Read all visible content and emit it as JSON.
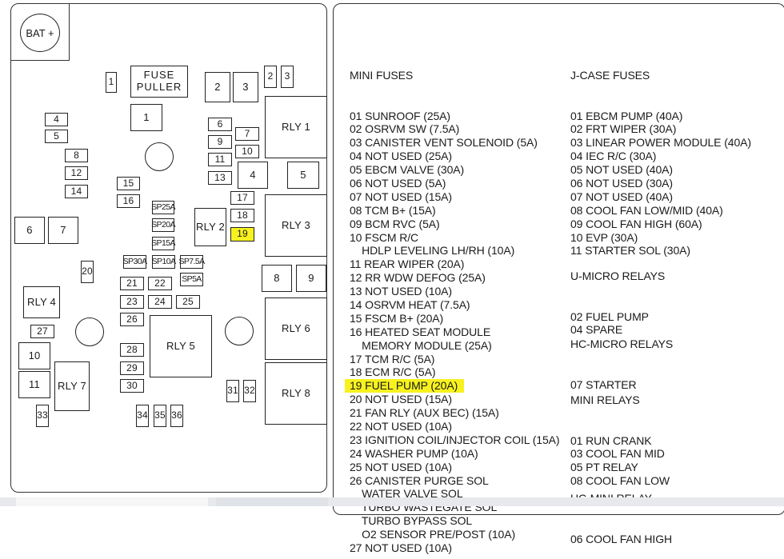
{
  "fuse_box": {
    "bat": "BAT +",
    "fuse_puller": "FUSE PULLER",
    "boxes": {
      "b1a": "1",
      "b1b": "1",
      "b2a": "2",
      "b3a": "3",
      "b2b": "2",
      "b3b": "3",
      "b4a": "4",
      "b5a": "5",
      "b8": "8",
      "b12": "12",
      "b14": "14",
      "b15": "15",
      "b16": "16",
      "b6a": "6",
      "b7a": "7",
      "b9a": "9",
      "b10a": "10",
      "b11a": "11",
      "b13": "13",
      "b4b": "4",
      "b5b": "5",
      "b17": "17",
      "b18": "18",
      "b19": "19",
      "b6b": "6",
      "b7b": "7",
      "b20": "20",
      "sp25": "SP25A",
      "sp20": "SP20A",
      "sp15": "SP15A",
      "sp30": "SP30A",
      "sp10": "SP10A",
      "sp75": "SP7.5A",
      "sp5": "SP5A",
      "b21": "21",
      "b22": "22",
      "b23": "23",
      "b24": "24",
      "b25": "25",
      "b26": "26",
      "b27": "27",
      "b10b": "10",
      "b11b": "11",
      "b28": "28",
      "b29": "29",
      "b30": "30",
      "b8b": "8",
      "b9b": "9",
      "b31": "31",
      "b32": "32",
      "b33": "33",
      "b34": "34",
      "b35": "35",
      "b36": "36",
      "rly1": "RLY 1",
      "rly2": "RLY 2",
      "rly3": "RLY 3",
      "rly4": "RLY 4",
      "rly5": "RLY 5",
      "rly6": "RLY 6",
      "rly7": "RLY 7",
      "rly8": "RLY 8"
    }
  },
  "mini_fuses": {
    "title": "MINI FUSES",
    "items": [
      "01 SUNROOF (25A)",
      "02 OSRVM SW (7.5A)",
      "03 CANISTER VENT SOLENOID (5A)",
      "04 NOT USED (25A)",
      "05 EBCM VALVE (30A)",
      "06 NOT USED (5A)",
      "07 NOT USED (15A)",
      "08 TCM B+ (15A)",
      "09 BCM RVC (5A)",
      "10 FSCM R/C",
      "    HDLP LEVELING LH/RH (10A)",
      "11 REAR WIPER (20A)",
      "12 RR WDW DEFOG (25A)",
      "13 NOT USED (10A)",
      "14 OSRVM HEAT (7.5A)",
      "15 FSCM B+ (20A)",
      "16 HEATED SEAT MODULE",
      "    MEMORY MODULE (25A)",
      "17 TCM R/C (5A)",
      "18 ECM R/C (5A)",
      "19 FUEL PUMP (20A)",
      "20 NOT USED (15A)",
      "21 FAN RLY (AUX BEC) (15A)",
      "22 NOT USED (10A)",
      "23 IGNITION COIL/INJECTOR COIL (15A)",
      "24 WASHER PUMP (10A)",
      "25 NOT USED (10A)",
      "26 CANISTER PURGE SOL",
      "    WATER VALVE SOL",
      "    TURBO WASTEGATE SOL",
      "    TURBO BYPASS SOL",
      "    O2 SENSOR PRE/POST (10A)",
      "27 NOT USED (10A)"
    ]
  },
  "jcase_fuses": {
    "title": "J-CASE FUSES",
    "items": [
      "01 EBCM PUMP (40A)",
      "02 FRT WIPER (30A)",
      "03 LINEAR POWER MODULE (40A)",
      "04 IEC R/C (30A)",
      "05 NOT USED (40A)",
      "06 NOT USED (30A)",
      "07 NOT USED (40A)",
      "08 COOL FAN LOW/MID (40A)",
      "09 COOL FAN HIGH (60A)",
      "10 EVP (30A)",
      "11 STARTER SOL (30A)"
    ]
  },
  "u_micro_relays": {
    "title": "U-MICRO RELAYS",
    "items": [
      "02 FUEL PUMP",
      "04 SPARE"
    ]
  },
  "hc_micro_relays": {
    "title": "HC-MICRO RELAYS",
    "items": [
      "07 STARTER"
    ]
  },
  "mini_relays": {
    "title": "MINI RELAYS",
    "items": [
      "01 RUN CRANK",
      "03 COOL FAN MID",
      "05 PT RELAY",
      "08 COOL FAN LOW"
    ]
  },
  "hc_mini_relay": {
    "title": "HC-MINI RELAY",
    "items": [
      "06 COOL FAN HIGH"
    ]
  },
  "colors": {
    "highlight": "#f7f21f",
    "line": "#222222"
  }
}
